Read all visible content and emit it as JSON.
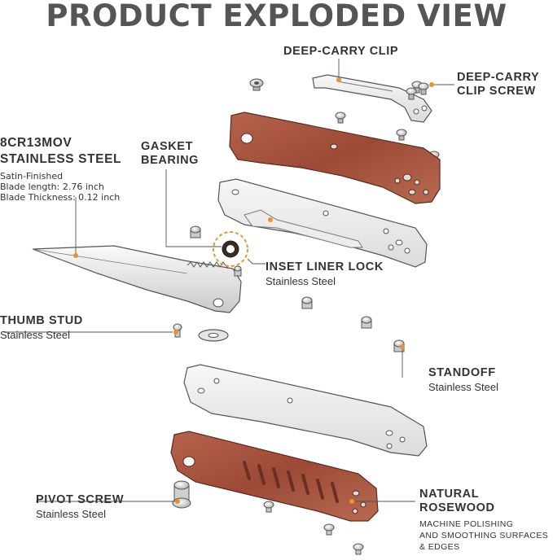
{
  "title": "PRODUCT EXPLODED VIEW",
  "colors": {
    "accent": "#E8932E",
    "rosewood": "#A5533F",
    "steel": "#E8E8E8",
    "outline": "#555555"
  },
  "labels": {
    "clip": {
      "name": "DEEP-CARRY CLIP"
    },
    "clip_screw": {
      "line1": "DEEP-CARRY",
      "line2": "CLIP SCREW"
    },
    "blade": {
      "line1": "8CR13MOV",
      "line2": "STAINLESS STEEL",
      "finish": "Satin-Finished",
      "length_label": "Blade length:",
      "length_value": "2.76 inch",
      "thickness_label": "Blade Thickness:",
      "thickness_value": "0.12 inch"
    },
    "gasket": {
      "line1": "GASKET",
      "line2": "BEARING"
    },
    "liner_lock": {
      "name": "INSET LINER LOCK",
      "material": "Stainless Steel"
    },
    "thumb_stud": {
      "name": "THUMB STUD",
      "material": "Stainless Steel"
    },
    "standoff": {
      "name": "STANDOFF",
      "material": "Stainless Steel"
    },
    "pivot_screw": {
      "name": "PIVOT SCREW",
      "material": "Stainless Steel"
    },
    "rosewood": {
      "line1": "NATURAL",
      "line2": "ROSEWOOD",
      "desc1": "MACHINE POLISHING",
      "desc2": "AND SMOOTHING SURFACES",
      "desc3": "& EDGES"
    }
  }
}
